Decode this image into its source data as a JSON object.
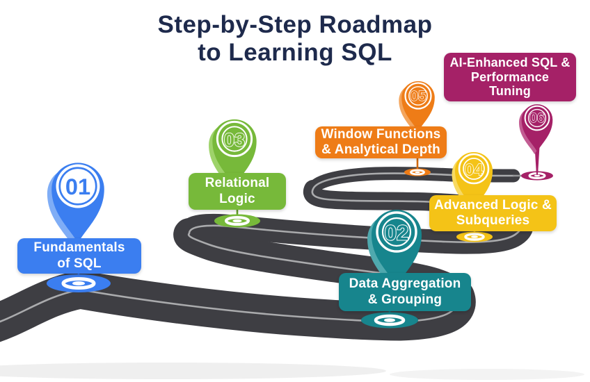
{
  "title": {
    "lines": [
      "Step-by-Step Roadmap",
      "to Learning SQL"
    ],
    "color": "#1e2a4c"
  },
  "road": {
    "asphalt_color": "#3e3e43",
    "center_line_color": "#aaabad",
    "end_line_color": "#97989a",
    "shadow_color": "#c9c9c9"
  },
  "milestones": [
    {
      "number": "01",
      "label": "Fundamentals of SQL",
      "lines": [
        "Fundamentals",
        "of SQL"
      ],
      "color": "#3b7ef0",
      "color_light": "#7fadf6",
      "color_dark": "#2c63d6"
    },
    {
      "number": "02",
      "label": "Data Aggregation & Grouping",
      "lines": [
        "Data Aggregation",
        "& Grouping"
      ],
      "color": "#17858d",
      "color_light": "#4fa9ae",
      "color_dark": "#0e6d75"
    },
    {
      "number": "03",
      "label": "Relational Logic",
      "lines": [
        "Relational",
        "Logic"
      ],
      "color": "#77b93a",
      "color_light": "#9ed36a",
      "color_dark": "#619f26"
    },
    {
      "number": "04",
      "label": "Advanced Logic & Subqueries",
      "lines": [
        "Advanced Logic &",
        "Subqueries"
      ],
      "color": "#f4c317",
      "color_light": "#f8da62",
      "color_dark": "#d6a50d"
    },
    {
      "number": "05",
      "label": "Window Functions & Analytical Depth",
      "lines": [
        "Window Functions",
        "& Analytical Depth"
      ],
      "color": "#ee7c17",
      "color_light": "#f4a55c",
      "color_dark": "#d1690e"
    },
    {
      "number": "06",
      "label": "AI-Enhanced SQL & Performance Tuning",
      "lines": [
        "AI-Enhanced SQL &",
        "Performance",
        "Tuning"
      ],
      "color": "#a52167",
      "color_light": "#c25c92",
      "color_dark": "#8a1a55"
    }
  ]
}
